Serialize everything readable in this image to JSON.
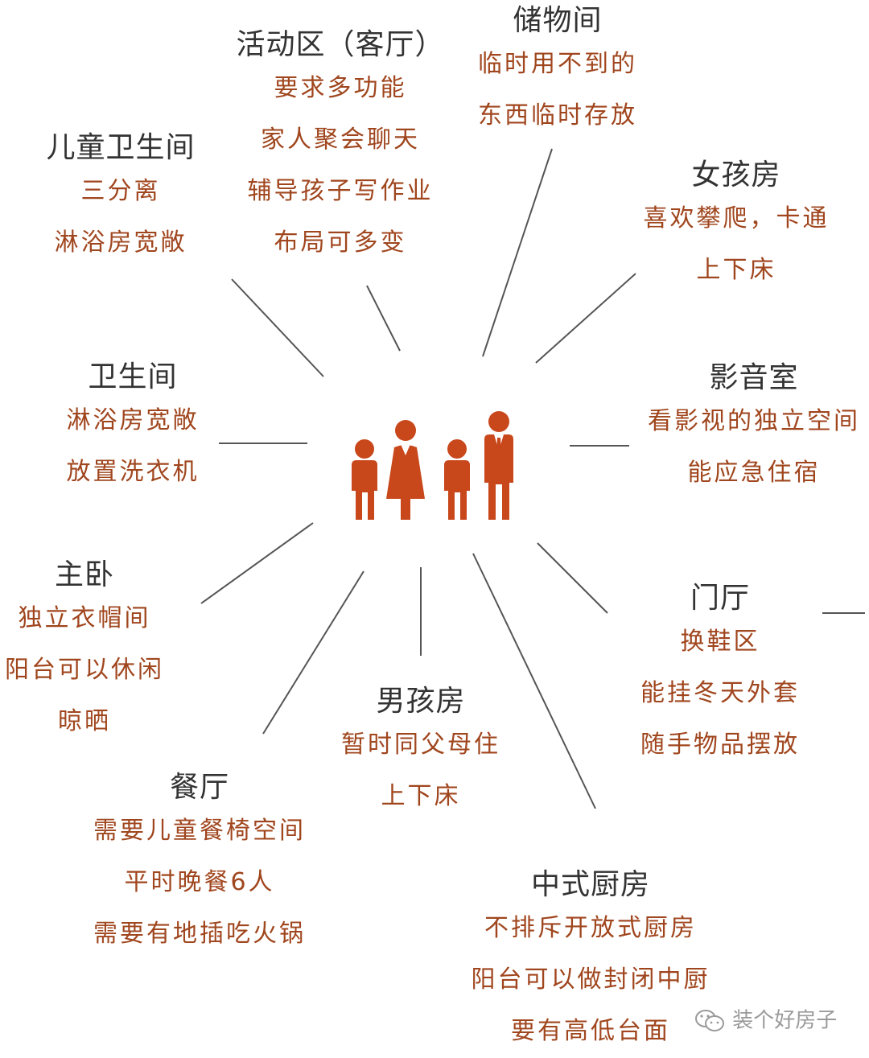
{
  "colors": {
    "title": "#333333",
    "detail": "#a0461e",
    "figure": "#c8471b",
    "line": "#555555"
  },
  "center": {
    "icon": "family-icon"
  },
  "nodes": [
    {
      "id": "living-room",
      "title": "活动区（客厅）",
      "lines": [
        "要求多功能",
        "家人聚会聊天",
        "辅导孩子写作业",
        "布局可多变"
      ]
    },
    {
      "id": "storage",
      "title": "储物间",
      "lines": [
        "临时用不到的",
        "东西临时存放"
      ]
    },
    {
      "id": "kids-bathroom",
      "title": "儿童卫生间",
      "lines": [
        "三分离",
        "淋浴房宽敞"
      ]
    },
    {
      "id": "girls-room",
      "title": "女孩房",
      "lines": [
        "喜欢攀爬，卡通",
        "上下床"
      ]
    },
    {
      "id": "bathroom",
      "title": "卫生间",
      "lines": [
        "淋浴房宽敞",
        "放置洗衣机"
      ]
    },
    {
      "id": "media-room",
      "title": "影音室",
      "lines": [
        "看影视的独立空间",
        "能应急住宿"
      ]
    },
    {
      "id": "master-bedroom",
      "title": "主卧",
      "lines": [
        "独立衣帽间",
        "阳台可以休闲",
        "晾晒"
      ]
    },
    {
      "id": "foyer",
      "title": "门厅",
      "lines": [
        "换鞋区",
        "能挂冬天外套",
        "随手物品摆放"
      ]
    },
    {
      "id": "boys-room",
      "title": "男孩房",
      "lines": [
        "暂时同父母住",
        "上下床"
      ]
    },
    {
      "id": "dining-room",
      "title": "餐厅",
      "lines": [
        "需要儿童餐椅空间",
        "平时晚餐6人",
        "需要有地插吃火锅"
      ]
    },
    {
      "id": "chinese-kitchen",
      "title": "中式厨房",
      "lines": [
        "不排斥开放式厨房",
        "阳台可以做封闭中厨",
        "要有高低台面"
      ]
    }
  ],
  "watermark": {
    "icon": "wechat-icon",
    "text": "装个好房子"
  }
}
